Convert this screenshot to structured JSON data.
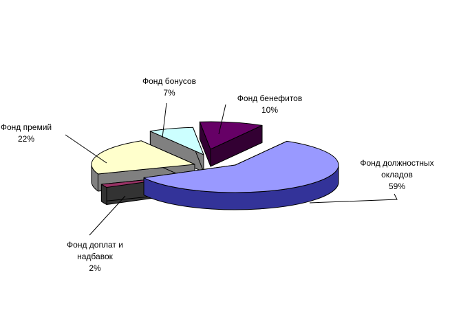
{
  "chart_data": {
    "type": "pie",
    "style": "exploded 3D pie",
    "title": "",
    "slices": [
      {
        "label_lines": [
          "Фонд должностных",
          "окладов"
        ],
        "value": 59,
        "value_label": "59%",
        "color": "#9999ff",
        "side_color": "#333399"
      },
      {
        "label_lines": [
          "Фонд доплат и",
          "надбавок"
        ],
        "value": 2,
        "value_label": "2%",
        "color": "#993366",
        "side_color": "#333333"
      },
      {
        "label_lines": [
          "Фонд премий"
        ],
        "value": 22,
        "value_label": "22%",
        "color": "#ffffcc",
        "side_color": "#808080"
      },
      {
        "label_lines": [
          "Фонд бонусов"
        ],
        "value": 7,
        "value_label": "7%",
        "color": "#ccffff",
        "side_color": "#808080"
      },
      {
        "label_lines": [
          "Фонд бенефитов"
        ],
        "value": 10,
        "value_label": "10%",
        "color": "#660066",
        "side_color": "#330033"
      }
    ]
  }
}
